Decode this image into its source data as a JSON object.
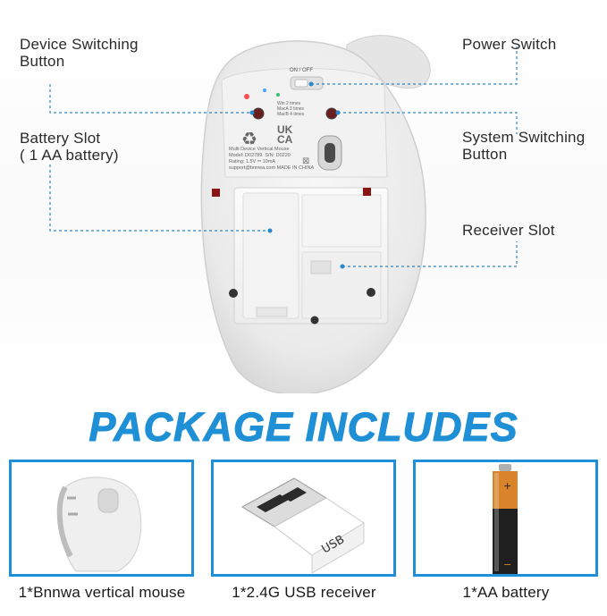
{
  "callouts": {
    "device_switch": "Device Switching\nButton",
    "power_switch": "Power Switch",
    "battery_slot": "Battery Slot\n( 1 AA battery)",
    "system_switch": "System Switching\nButton",
    "receiver_slot": "Receiver Slot"
  },
  "mouse_labels": {
    "on_off": "ON / OFF",
    "modes": [
      "Win    2 times",
      "MacA  3 times",
      "MacB  4 times"
    ],
    "uk_ca": "UK\nCA",
    "product_name": "Multi Device Vertical Mouse",
    "model": "Model: D02789",
    "sn": "S/N: D0220",
    "rating": "Rating: 1.5V ⎓ 10mA",
    "support": "support@bnnwa.com  MADE IN CHINA"
  },
  "headline": "PACKAGE INCLUDES",
  "package_items": [
    {
      "label": "1*Bnnwa vertical mouse"
    },
    {
      "label": "1*2.4G USB receiver"
    },
    {
      "label": "1*AA battery"
    }
  ],
  "usb_text": "USB",
  "colors": {
    "accent": "#1f8fd6",
    "callout_line": "#2a87c9"
  }
}
